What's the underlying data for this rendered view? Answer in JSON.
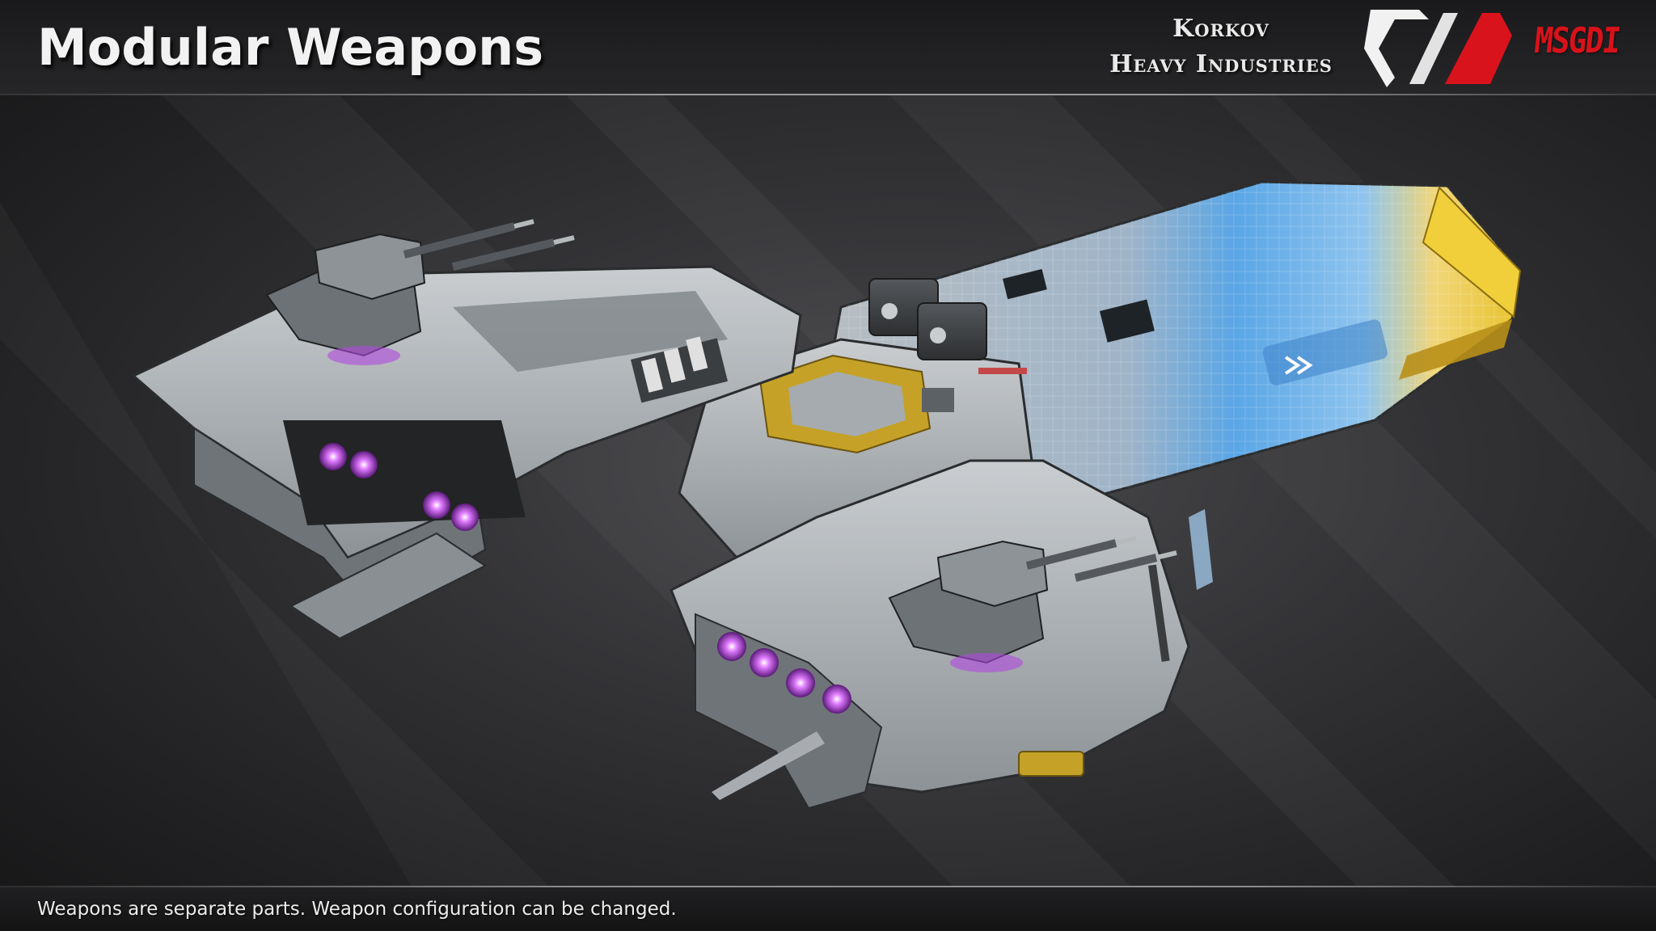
{
  "header": {
    "title": "Modular Weapons",
    "company_line1": "Korkov",
    "company_line2": "Heavy Industries",
    "studio_logo": "MSGDI"
  },
  "footer": {
    "caption": "Weapons are separate parts. Weapon configuration can be changed."
  },
  "colors": {
    "hull_gray": "#9fa3a6",
    "hull_blue": "#5aa6e6",
    "hull_yellow": "#e8c22a",
    "engine_glow": "#c04cff",
    "brand_red": "#d8121a"
  },
  "icons": {
    "company_logo": "korkov-chevron-logo"
  }
}
